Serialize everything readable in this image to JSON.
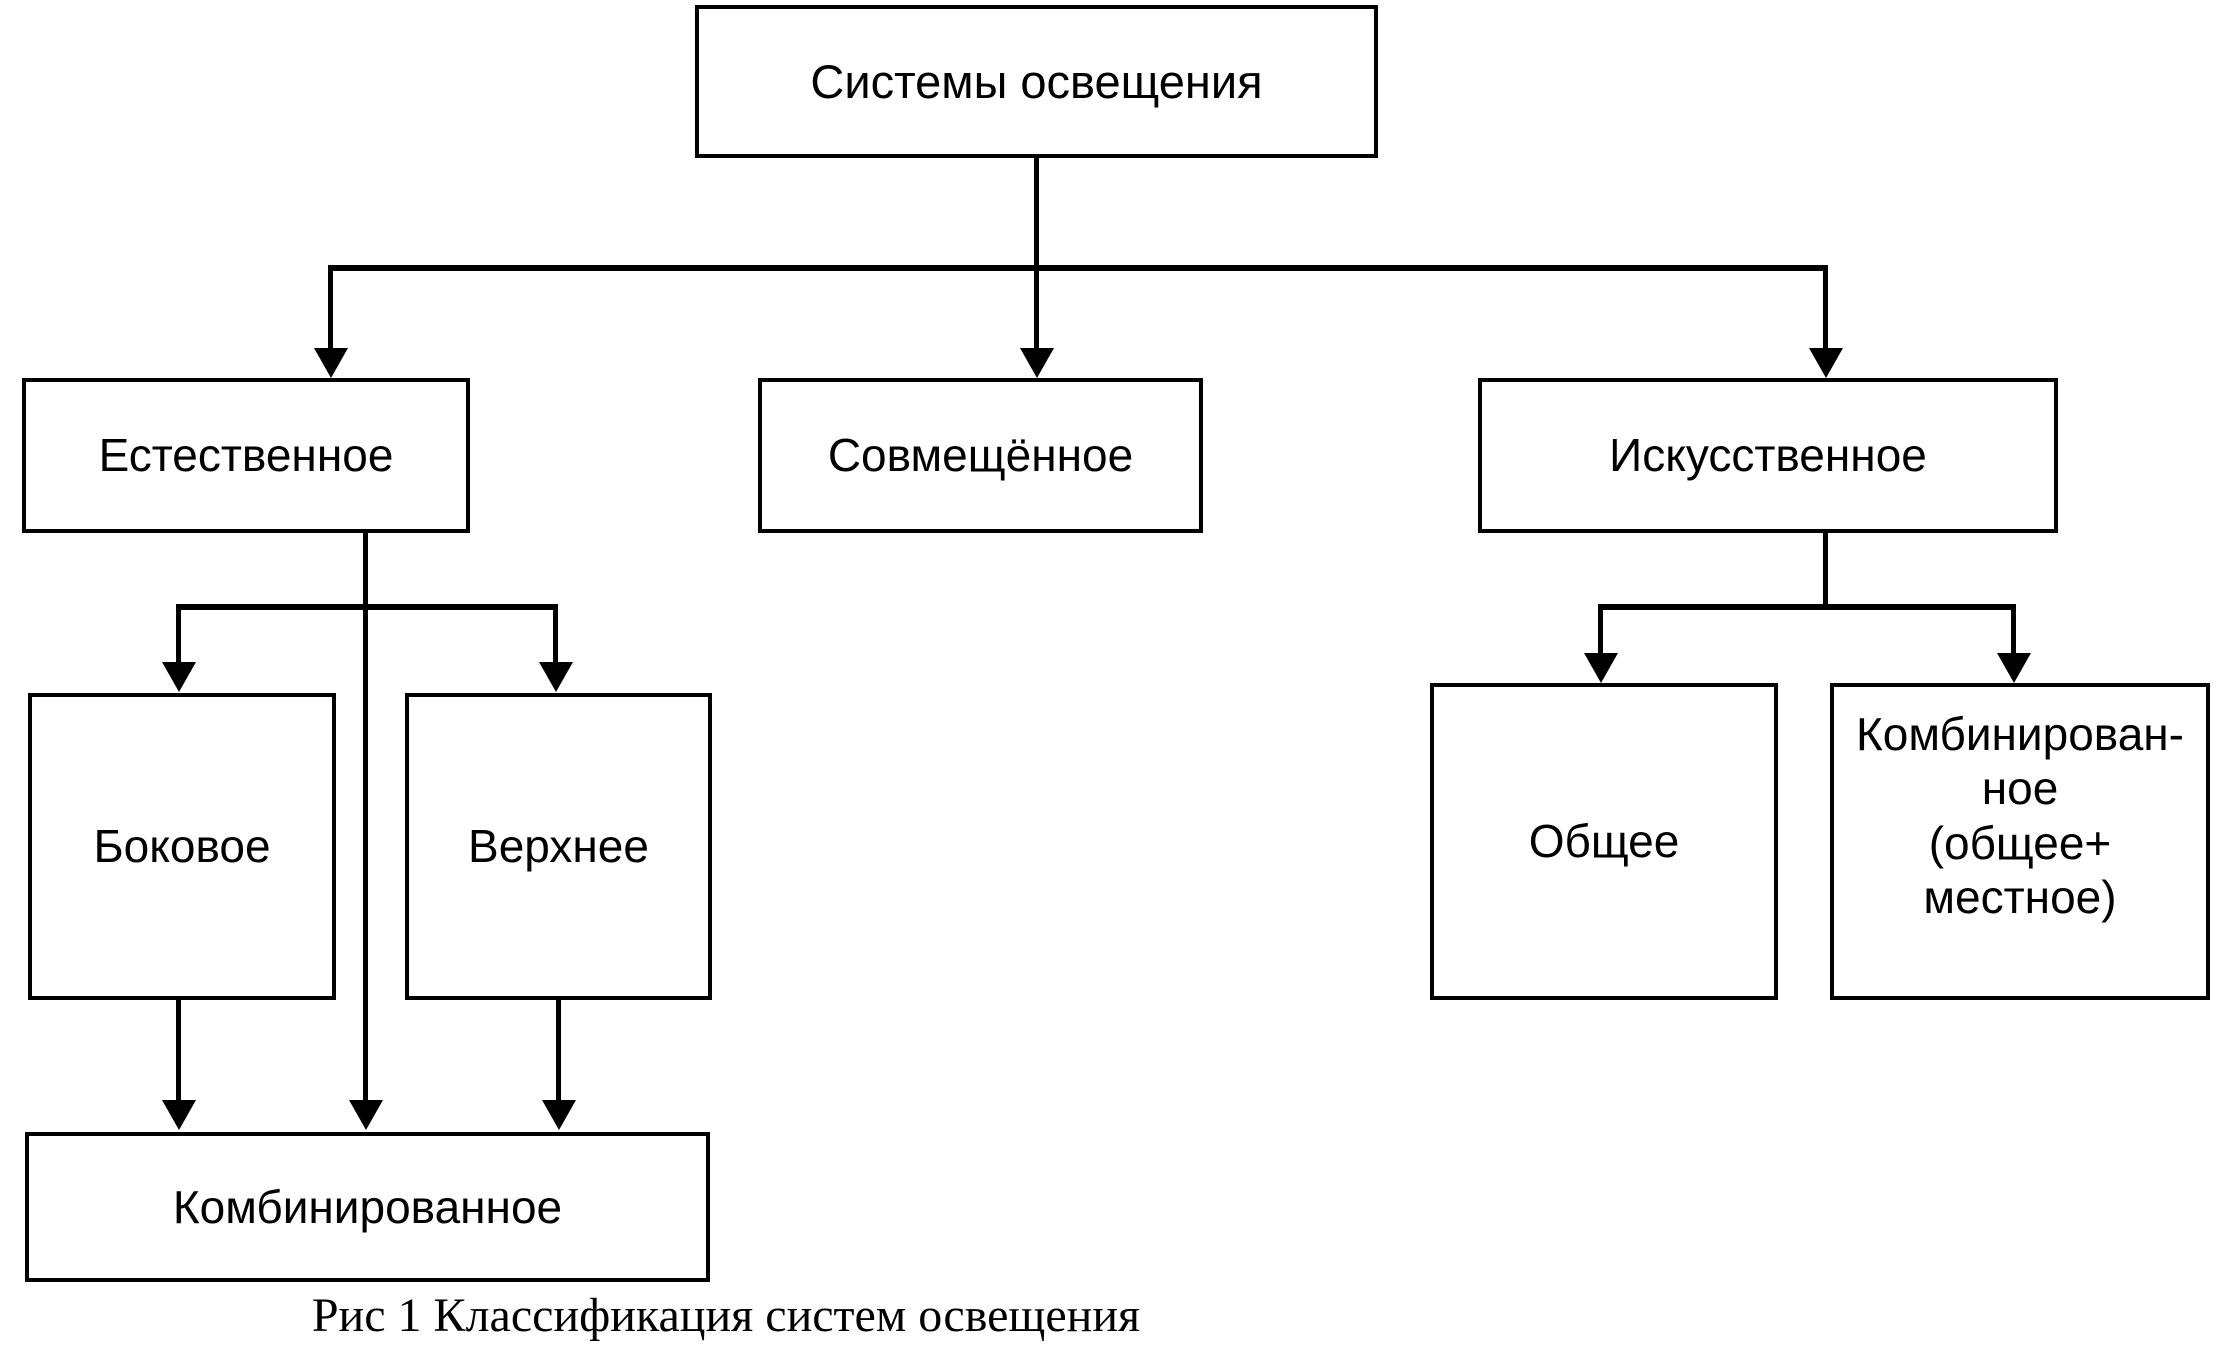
{
  "diagram": {
    "title_caption": "Рис 1 Классификация систем освещения",
    "nodes": {
      "root": "Системы освещения",
      "natural": "Естественное",
      "combined_system": "Совмещённое",
      "artificial": "Искусственное",
      "side": "Боковое",
      "top": "Верхнее",
      "combined_natural": "Комбинированное",
      "general": "Общее",
      "combined_artificial_line1": "Комбинирован-",
      "combined_artificial_line2": "ное",
      "combined_artificial_line3": "(общее+",
      "combined_artificial_line4": "местное)"
    },
    "colors": {
      "line": "#000000",
      "background": "#ffffff",
      "text": "#000000"
    }
  }
}
